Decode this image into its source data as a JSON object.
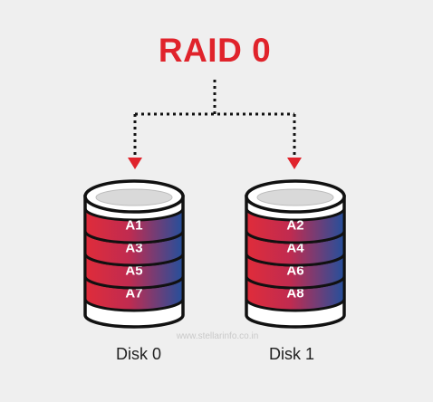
{
  "title": "RAID 0",
  "colors": {
    "title": "#e0232b",
    "arrow": "#e0232b",
    "dots": "#111111",
    "stripe_left": "#e02c3a",
    "stripe_right": "#24509c",
    "disk_body": "#ffffff",
    "disk_top_inner": "#d9d9d9",
    "outline": "#111111"
  },
  "watermark": "www.stellarinfo.co.in",
  "disks": [
    {
      "label": "Disk 0",
      "blocks": [
        "A1",
        "A3",
        "A5",
        "A7"
      ]
    },
    {
      "label": "Disk 1",
      "blocks": [
        "A2",
        "A4",
        "A6",
        "A8"
      ]
    }
  ]
}
